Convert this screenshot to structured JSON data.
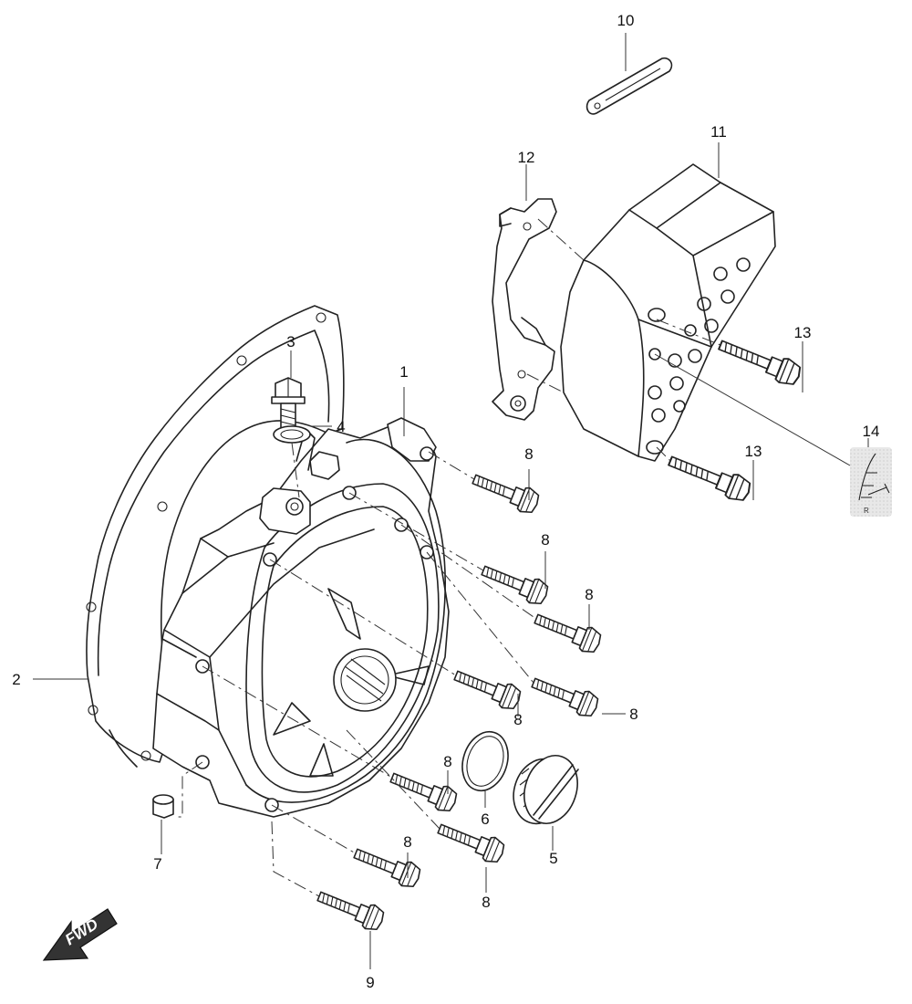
{
  "callouts": {
    "p1": "1",
    "p2": "2",
    "p3": "3",
    "p4": "4",
    "p5": "5",
    "p6": "6",
    "p7": "7",
    "p8": "8",
    "p9": "9",
    "p10": "10",
    "p11": "11",
    "p12": "12",
    "p13": "13",
    "p14": "14"
  },
  "direction_label": "FWD",
  "colors": {
    "line": "#222222",
    "background": "#ffffff",
    "arrow": "#333333",
    "label_bg": "#e6e6e6"
  }
}
